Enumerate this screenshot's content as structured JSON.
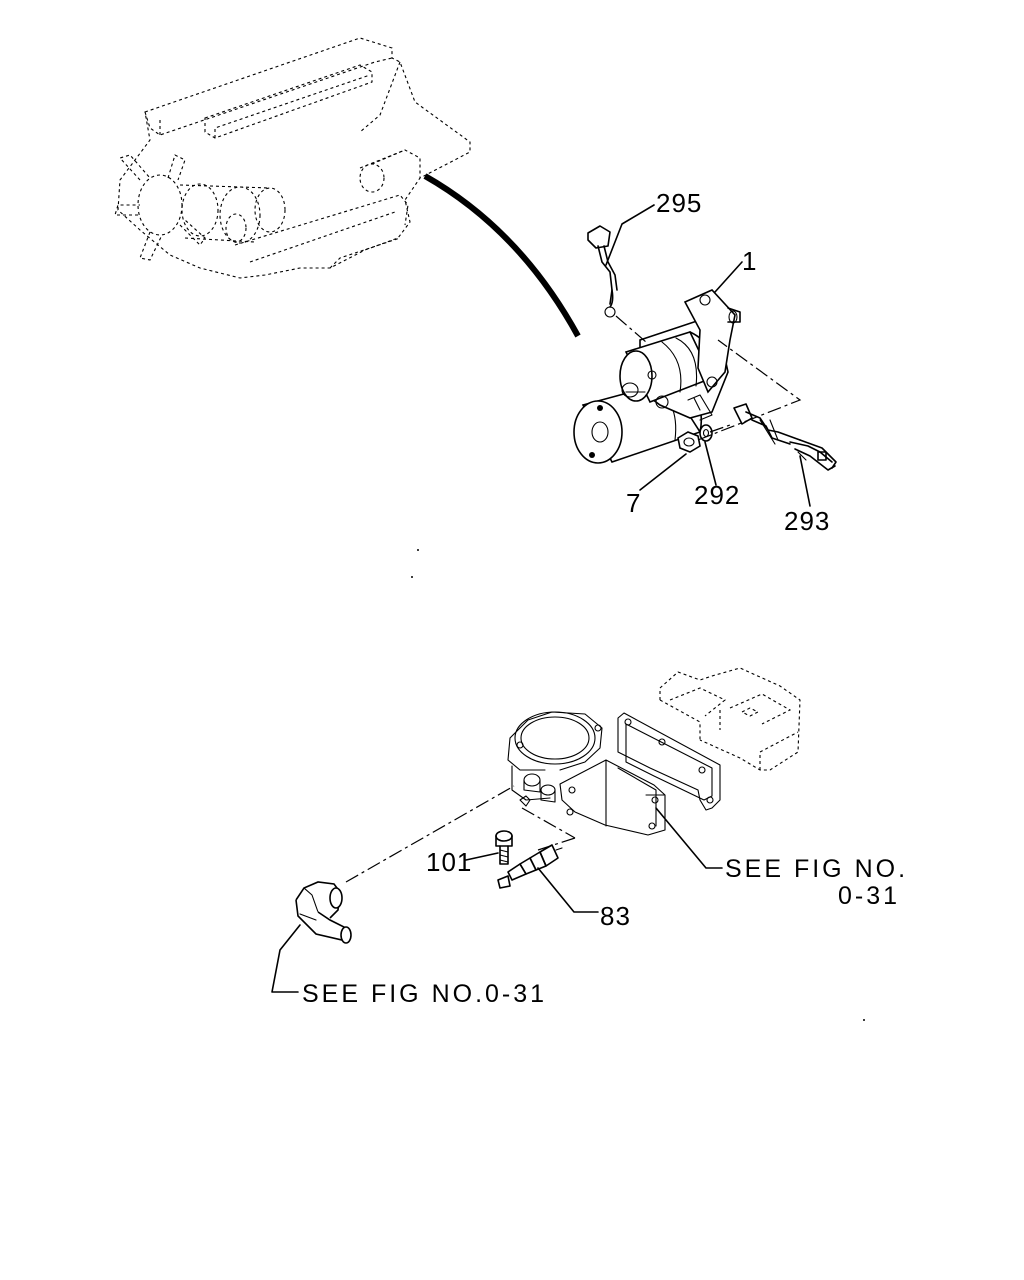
{
  "callouts": {
    "c295": "295",
    "c1": "1",
    "c7": "7",
    "c292": "292",
    "c293": "293",
    "c101": "101",
    "c83": "83"
  },
  "notes": {
    "see_fig_right_line1": "SEE FIG NO.",
    "see_fig_right_line2": "0-31",
    "see_fig_bottom": "SEE FIG NO.0-31"
  }
}
